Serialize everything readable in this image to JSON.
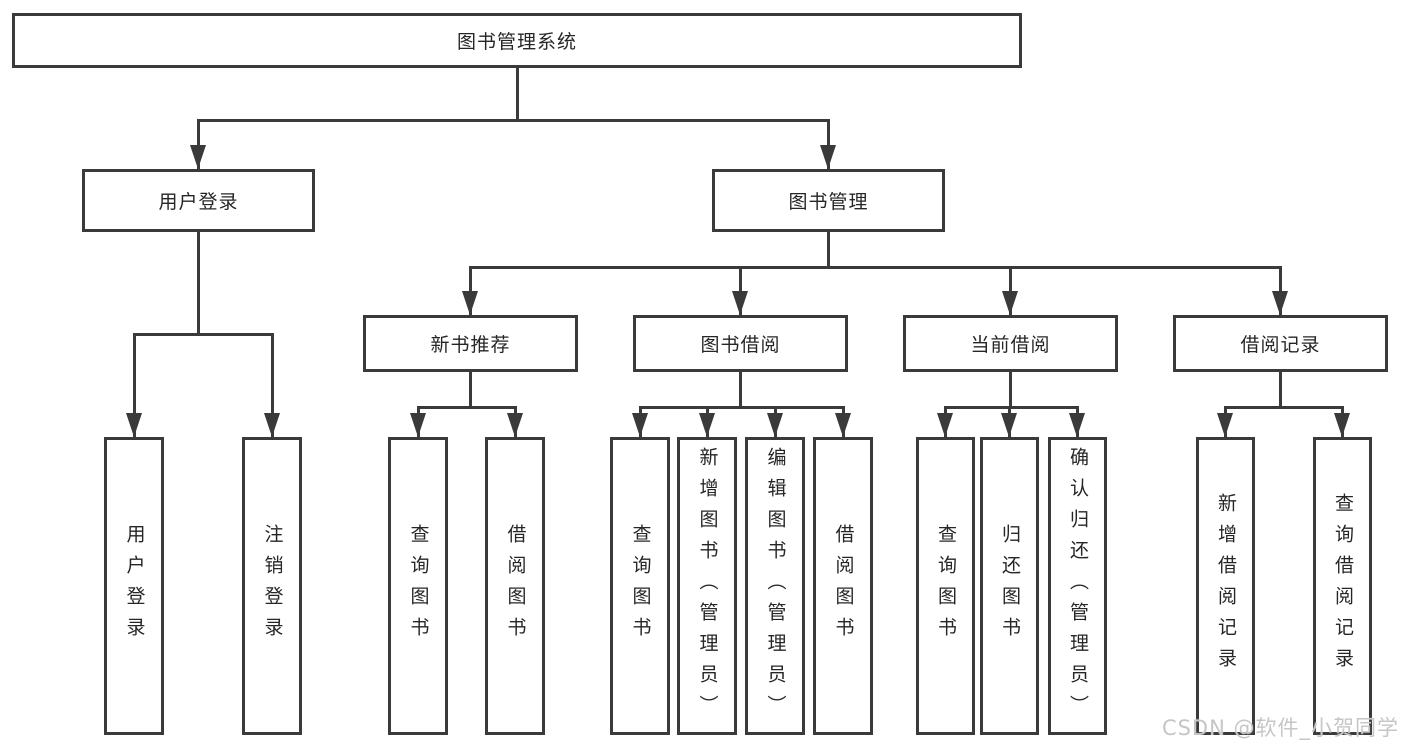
{
  "diagram_title": "图书管理系统",
  "tree": {
    "root": {
      "label": "图书管理系统"
    },
    "children": [
      {
        "label": "用户登录",
        "children": [
          {
            "label": "用户登录"
          },
          {
            "label": "注销登录"
          }
        ]
      },
      {
        "label": "图书管理",
        "children": [
          {
            "label": "新书推荐",
            "children": [
              {
                "label": "查询图书"
              },
              {
                "label": "借阅图书"
              }
            ]
          },
          {
            "label": "图书借阅",
            "children": [
              {
                "label": "查询图书"
              },
              {
                "label": "新增图书（管理员）"
              },
              {
                "label": "编辑图书（管理员）"
              },
              {
                "label": "借阅图书"
              }
            ]
          },
          {
            "label": "当前借阅",
            "children": [
              {
                "label": "查询图书"
              },
              {
                "label": "归还图书"
              },
              {
                "label": "确认归还（管理员）"
              }
            ]
          },
          {
            "label": "借阅记录",
            "children": [
              {
                "label": "新增借阅记录"
              },
              {
                "label": "查询借阅记录"
              }
            ]
          }
        ]
      }
    ]
  },
  "watermark": {
    "text": "CSDN @软件_小贺同学"
  },
  "colors": {
    "line": "#3a3a3a",
    "node_border": "#3a3a3a",
    "node_text": "#262626",
    "watermark": "#c6c6c6",
    "background": "#ffffff"
  }
}
